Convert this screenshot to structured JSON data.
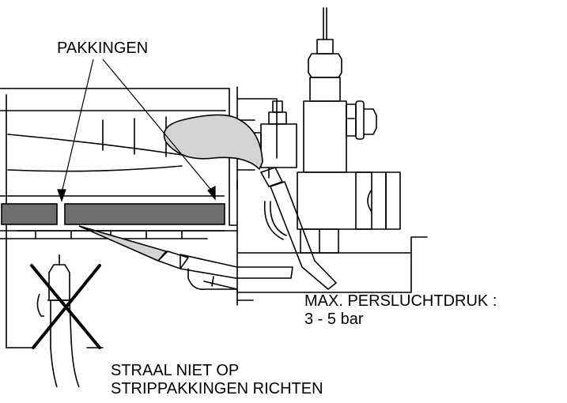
{
  "labels": {
    "gaskets": "PAKKINGEN",
    "max_pressure_line1": "MAX. PERSLUCHTDRUK :",
    "max_pressure_line2": "3 - 5 bar",
    "warning_line1": "STRAAL NIET OP",
    "warning_line2": "STRIPPAKKINGEN RICHTEN"
  },
  "colors": {
    "line": "#000000",
    "gasket_fill": "#6e6e6e",
    "air_jet_fill": "#d4d4d4"
  }
}
